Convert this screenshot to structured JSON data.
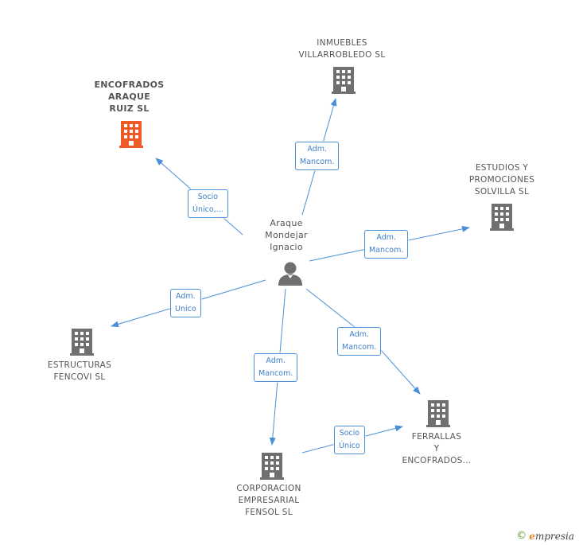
{
  "colors": {
    "edge": "#4a90d9",
    "building": "#6f6f6f",
    "building_highlight": "#ee5a28",
    "person": "#6f6f6f"
  },
  "center": {
    "name_lines": [
      "Araque",
      "Mondejar",
      "Ignacio"
    ],
    "icon": "person-icon"
  },
  "nodes": [
    {
      "id": "encofrados",
      "name_lines": [
        "ENCOFRADOS",
        "ARAQUE",
        "RUIZ SL"
      ],
      "highlight": true,
      "icon": "building-icon"
    },
    {
      "id": "inmuebles",
      "name_lines": [
        "INMUEBLES",
        "VILLARROBLEDO SL"
      ],
      "highlight": false,
      "icon": "building-icon"
    },
    {
      "id": "estudios",
      "name_lines": [
        "ESTUDIOS Y",
        "PROMOCIONES",
        "SOLVILLA SL"
      ],
      "highlight": false,
      "icon": "building-icon"
    },
    {
      "id": "estructuras",
      "name_lines": [
        "ESTRUCTURAS",
        "FENCOVI SL"
      ],
      "highlight": false,
      "icon": "building-icon"
    },
    {
      "id": "ferrallas",
      "name_lines": [
        "FERRALLAS",
        "Y",
        "ENCOFRADOS..."
      ],
      "highlight": false,
      "icon": "building-icon"
    },
    {
      "id": "corporacion",
      "name_lines": [
        "CORPORACION",
        "EMPRESARIAL",
        "FENSOL SL"
      ],
      "highlight": false,
      "icon": "building-icon"
    }
  ],
  "edges": [
    {
      "from": "center",
      "to": "encofrados",
      "label_lines": [
        "Socio",
        "Único,..."
      ]
    },
    {
      "from": "center",
      "to": "inmuebles",
      "label_lines": [
        "Adm.",
        "Mancom."
      ]
    },
    {
      "from": "center",
      "to": "estudios",
      "label_lines": [
        "Adm.",
        "Mancom."
      ]
    },
    {
      "from": "center",
      "to": "estructuras",
      "label_lines": [
        "Adm.",
        "Unico"
      ]
    },
    {
      "from": "center",
      "to": "corporacion",
      "label_lines": [
        "Adm.",
        "Mancom."
      ]
    },
    {
      "from": "center",
      "to": "ferrallas",
      "label_lines": [
        "Adm.",
        "Mancom."
      ]
    },
    {
      "from": "corporacion",
      "to": "ferrallas",
      "label_lines": [
        "Socio",
        "Único"
      ]
    }
  ],
  "footer": {
    "copyright_symbol": "©",
    "brand_initial": "e",
    "brand_rest": "mpresia"
  }
}
